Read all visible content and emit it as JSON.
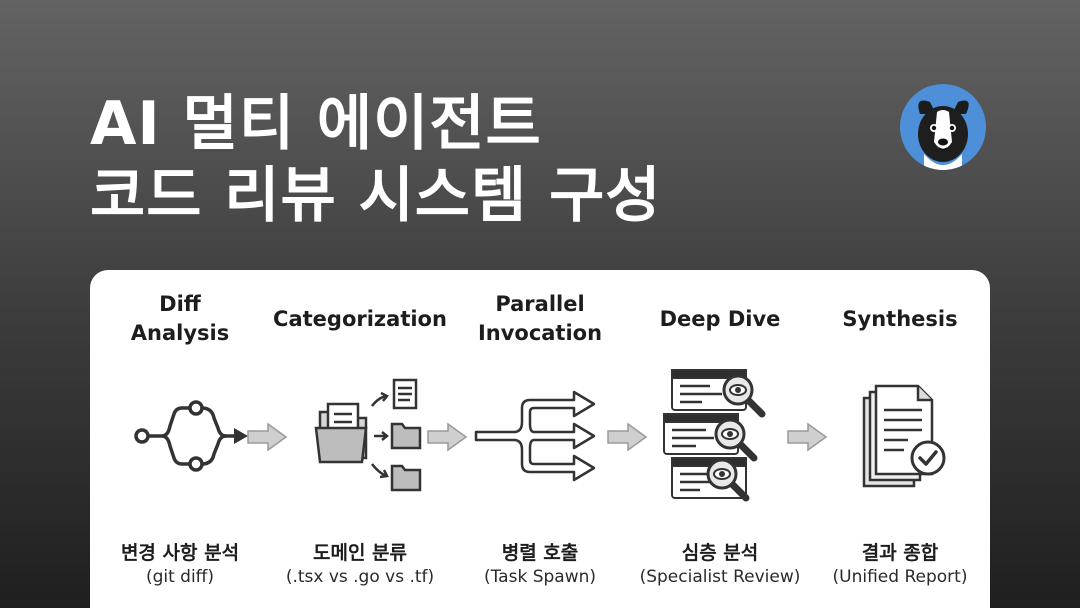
{
  "title": {
    "line1": "AI 멀티 에이전트",
    "line2": "코드 리뷰 시스템 구성"
  },
  "steps": [
    {
      "title": "Diff\nAnalysis",
      "label_kr": "변경 사항 분석",
      "label_en": "(git diff)",
      "icon": "git-branch-icon"
    },
    {
      "title": "Categorization",
      "label_kr": "도메인 분류",
      "label_en": "(.tsx vs .go vs .tf)",
      "icon": "folder-sort-icon"
    },
    {
      "title": "Parallel\nInvocation",
      "label_kr": "병렬 호출",
      "label_en": "(Task Spawn)",
      "icon": "parallel-arrows-icon"
    },
    {
      "title": "Deep Dive",
      "label_kr": "심층 분석",
      "label_en": "(Specialist Review)",
      "icon": "code-inspect-icon"
    },
    {
      "title": "Synthesis",
      "label_kr": "결과 종합",
      "label_en": "(Unified Report)",
      "icon": "report-check-icon"
    }
  ],
  "colors": {
    "icon_stroke": "#333333",
    "arrow_fill": "#cfcfcf",
    "avatar_bg": "#4d90d9"
  }
}
